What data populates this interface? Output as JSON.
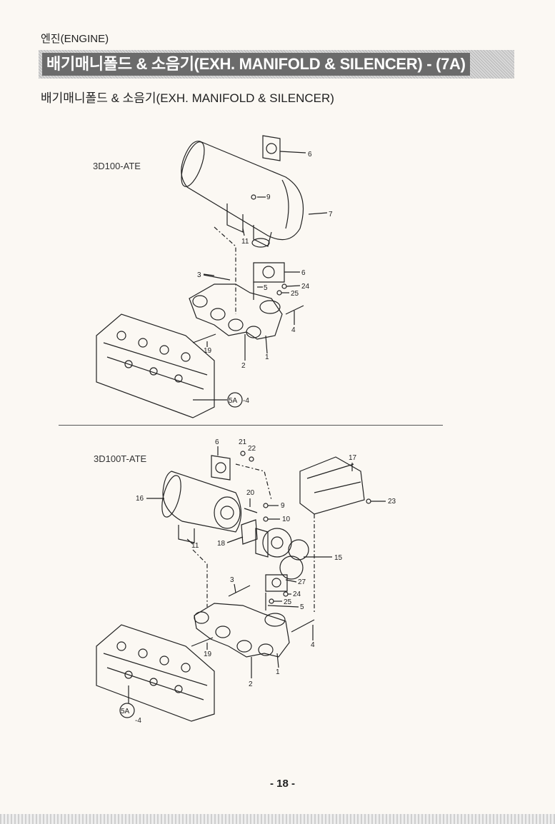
{
  "header": {
    "section": "엔진(ENGINE)",
    "title": "배기매니폴드 & 소음기(EXH. MANIFOLD & SILENCER) - (7A)",
    "subtitle": "배기매니폴드 & 소음기(EXH. MANIFOLD & SILENCER)"
  },
  "diagram_top": {
    "model": "3D100-ATE",
    "callouts": {
      "c6a": "6",
      "c9": "9",
      "c7": "7",
      "c11": "11",
      "c3": "3",
      "c6b": "6",
      "c5": "5",
      "c24": "24",
      "c25": "25",
      "c4": "4",
      "c19": "19",
      "c2": "2",
      "c1": "1",
      "ref": "5A",
      "ref_suffix": "-4"
    }
  },
  "diagram_bottom": {
    "model": "3D100T-ATE",
    "callouts": {
      "c6": "6",
      "c21": "21",
      "c22": "22",
      "c17": "17",
      "c16": "16",
      "c20": "20",
      "c9": "9",
      "c23": "23",
      "c10": "10",
      "c11": "11",
      "c18": "18",
      "c15": "15",
      "c3": "3",
      "c27": "27",
      "c24": "24",
      "c25": "25",
      "c5": "5",
      "c4": "4",
      "c19": "19",
      "c2": "2",
      "c1": "1",
      "ref": "5A",
      "ref_suffix": "-4"
    }
  },
  "footer": {
    "page": "- 18 -"
  }
}
